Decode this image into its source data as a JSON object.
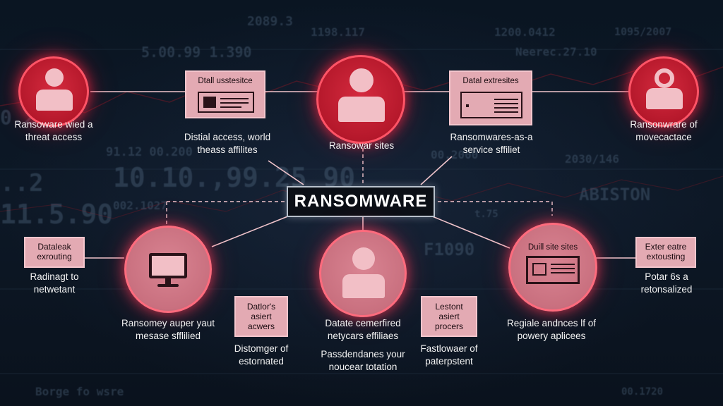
{
  "center": {
    "label": "RANSOMWARE"
  },
  "background_numbers": [
    "5.00.99 1.390",
    "2089.3",
    "1198.117",
    "1200.0412",
    "1095/2007",
    "Neerec.27.10",
    "0.2",
    "91.12 00.200",
    "00.2000",
    "2030/146",
    "..2",
    "10.10.,99.25 90",
    "11.5.90",
    "002.1027",
    "ABISTON",
    "F1090",
    "Borge fo wsre",
    "t.75",
    "00.1720"
  ],
  "top_row": [
    {
      "icon": "person-icon",
      "label": [
        "Ransoware wied a",
        "threat access"
      ]
    },
    {
      "card": [
        "Dtall usstesitce"
      ],
      "icon": "document-panel-icon",
      "label": [
        "Distial access, world",
        "theass affilites"
      ]
    },
    {
      "icon": "person-icon",
      "label": [
        "Ransowar sites"
      ]
    },
    {
      "card": [
        "Datal extresites"
      ],
      "icon": "device-panel-icon",
      "label": [
        "Ransomwares-as-a",
        "service sffiliet"
      ]
    },
    {
      "icon": "person-icon",
      "label": [
        "Ransonwrare of",
        "movecactace"
      ]
    }
  ],
  "bottom_row": [
    {
      "card": [
        "Dataleak",
        "exrouting"
      ],
      "label": [
        "Radinagt to",
        "netwetant"
      ]
    },
    {
      "icon": "monitor-icon",
      "label": [
        "Ransomey auper yaut",
        "mesase sfflilied"
      ]
    },
    {
      "card": [
        "Datlor's",
        "asiert",
        "acwers"
      ],
      "label": [
        "Distomger of",
        "estornated"
      ]
    },
    {
      "icon": "person-icon",
      "label": [
        "Datate cemerfired",
        "netycars effiliaes"
      ],
      "sublabel": [
        "Passdendanes your",
        "noucear totation"
      ]
    },
    {
      "card": [
        "Lestont",
        "asiert",
        "procers"
      ],
      "label": [
        "Fastlowaer of",
        "paterpstent"
      ]
    },
    {
      "card": [
        "Duill site sites"
      ],
      "icon": "browser-window-icon",
      "label": [
        "Regiale andnces lf of",
        "powery aplicees"
      ]
    },
    {
      "card": [
        "Exter eatre",
        "extousting"
      ],
      "label": [
        "Potar 6s a",
        "retonsalized"
      ]
    }
  ],
  "colors": {
    "accent_red": "#d42a3e",
    "accent_pink": "#c9707f",
    "card": "#e3aab3",
    "background": "#0b1420"
  }
}
